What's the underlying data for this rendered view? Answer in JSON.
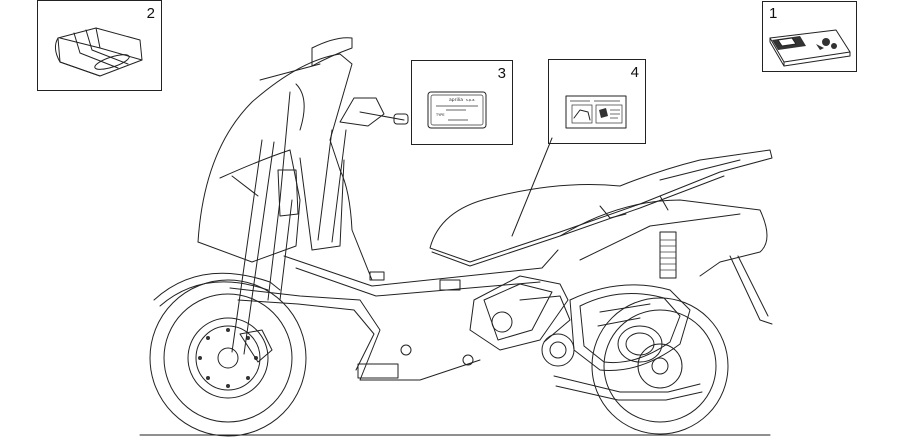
{
  "callouts": [
    {
      "id": "1",
      "label": "1",
      "item": "owner-manual"
    },
    {
      "id": "2",
      "label": "2",
      "item": "tool-kit-pouch"
    },
    {
      "id": "3",
      "label": "3",
      "item": "identification-plate"
    },
    {
      "id": "4",
      "label": "4",
      "item": "label-sticker"
    }
  ],
  "plate_text": {
    "brand": "aprilia",
    "suffix": "s.p.a.",
    "line1": "",
    "line2": "",
    "type_label": "TYPE"
  },
  "colors": {
    "line": "#222222",
    "background": "#ffffff"
  }
}
